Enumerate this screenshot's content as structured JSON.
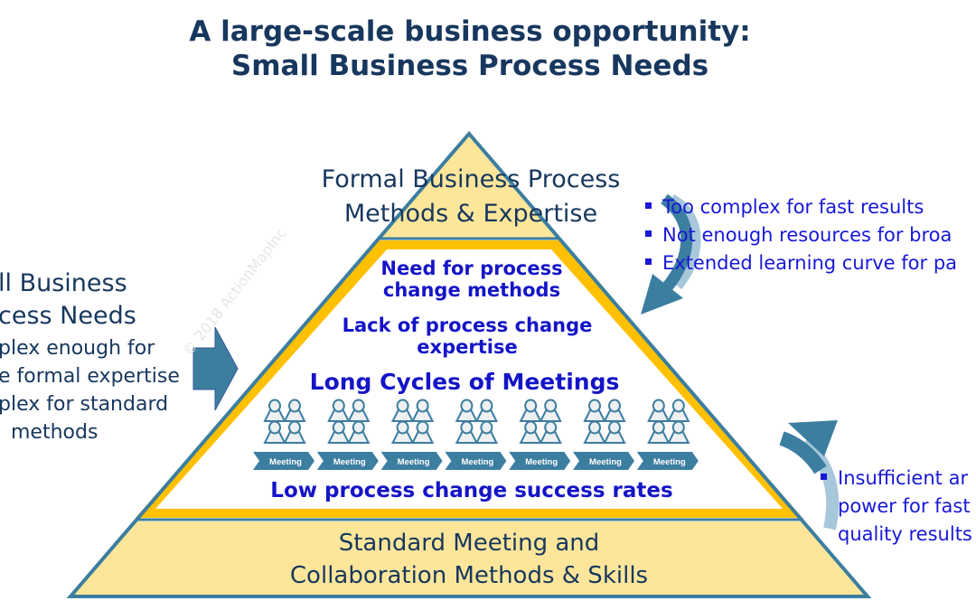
{
  "title": {
    "line1": "A large-scale business opportunity:",
    "line2": "Small Business Process Needs"
  },
  "pyramid": {
    "top": {
      "line1": "Formal Business Process",
      "line2": "Methods & Expertise"
    },
    "middle": {
      "need_line1": "Need for process",
      "need_line2": "change methods",
      "lack_line1": "Lack of process change",
      "lack_line2": "expertise",
      "cycles": "Long Cycles of Meetings",
      "meeting_label": "Meeting",
      "meeting_count": 7,
      "low": "Low process change success rates"
    },
    "bottom": {
      "line1": "Standard Meeting and",
      "line2": "Collaboration Methods & Skills"
    }
  },
  "left": {
    "line1": "ll Business",
    "line2": "cess Needs",
    "line3": "plex enough for",
    "line4": "e formal expertise",
    "line5": "plex for standard",
    "line6": "methods"
  },
  "right_top_bullets": [
    "Too complex for fast results",
    "Not enough resources for broa",
    "Extended learning curve for pa"
  ],
  "right_bottom": {
    "line1": "Insufficient ar",
    "line2": "power for fast",
    "line3": "quality results"
  },
  "watermark": "© 2018 ActionMapInc",
  "colors": {
    "navy": "#17375e",
    "blue": "#1414c8",
    "teal": "#3c7ea0",
    "gold": "#ffc000",
    "pale_yellow": "#fde69a"
  }
}
